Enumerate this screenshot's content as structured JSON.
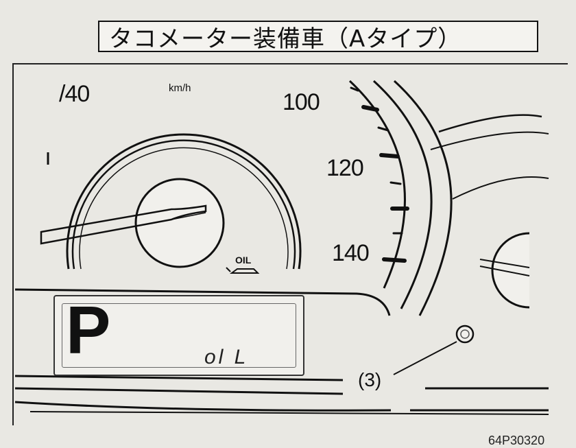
{
  "title": "タコメーター装備車（Aタイプ）",
  "speedometer": {
    "unit": "km/h",
    "top_left_label": "/40",
    "scale_labels": [
      "100",
      "120",
      "140"
    ]
  },
  "oil_indicator": {
    "label": "OIL"
  },
  "lcd_display": {
    "gear": "P",
    "message": "ol L"
  },
  "callout": {
    "label": "(3)"
  },
  "figure_code": "64P30320"
}
